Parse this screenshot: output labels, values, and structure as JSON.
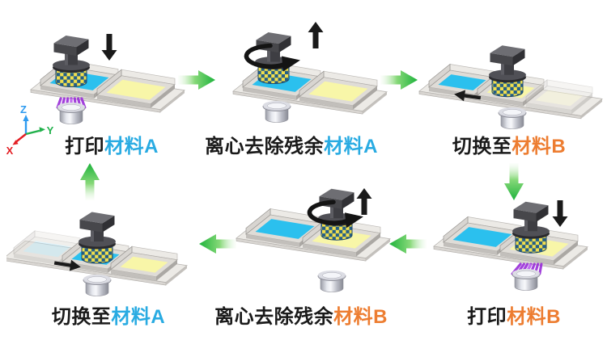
{
  "background": "#FFFFFF",
  "colors": {
    "material_a_text": "#29ABE2",
    "material_b_text": "#ED7D31",
    "material_a_liquid": "#2BC0EE",
    "material_a_liquid_ghost": "#B9E6F7",
    "material_b_liquid": "#F8F6A8",
    "material_b_liquid_ghost": "#FAF8D6",
    "uv_beam_purple": "#9B30D9",
    "flow_arrow_green": "#1EB33C",
    "black_arrow": "#1A1A1A",
    "checker_yellow": "#F2DF4D",
    "checker_blue": "#235E88",
    "axis_x_red": "#E31E24",
    "axis_y_green": "#22B14C",
    "axis_z_blue": "#2E9BF0"
  },
  "axes": {
    "x": "X",
    "y": "Y",
    "z": "Z"
  },
  "panels": [
    {
      "id": 1,
      "label_prefix": "打印",
      "label_material": "材料A",
      "material": "A",
      "scene": {
        "trays": [
          "A",
          "B"
        ],
        "ghost": null,
        "ghost_material": null,
        "head_tray": 0,
        "head_pose": "dipped",
        "spin": false,
        "beam": true,
        "lens": "attached",
        "black_arrow": "down",
        "slide_arrow": null
      }
    },
    {
      "id": 2,
      "label_prefix": "离心去除残余",
      "label_material": "材料A",
      "material": "A",
      "scene": {
        "trays": [
          "A",
          "B"
        ],
        "ghost": null,
        "ghost_material": null,
        "head_tray": 0,
        "head_pose": "raised",
        "spin": true,
        "beam": false,
        "lens": "detached",
        "black_arrow": "up",
        "slide_arrow": null
      }
    },
    {
      "id": 3,
      "label_prefix": "切换至",
      "label_material": "材料B",
      "material": "B",
      "scene": {
        "trays": [
          "A",
          "B"
        ],
        "ghost": "right",
        "ghost_material": "B",
        "head_tray": 1,
        "head_pose": "dipped",
        "spin": false,
        "beam": false,
        "lens": "detached",
        "black_arrow": null,
        "slide_arrow": "left"
      }
    },
    {
      "id": 4,
      "label_prefix": "打印",
      "label_material": "材料B",
      "material": "B",
      "scene": {
        "trays": [
          "A",
          "B"
        ],
        "ghost": null,
        "ghost_material": null,
        "head_tray": 1,
        "head_pose": "dipped",
        "spin": false,
        "beam": true,
        "lens": "attached",
        "black_arrow": "down",
        "slide_arrow": null
      }
    },
    {
      "id": 5,
      "label_prefix": "离心去除残余",
      "label_material": "材料B",
      "material": "B",
      "scene": {
        "trays": [
          "A",
          "B"
        ],
        "ghost": null,
        "ghost_material": null,
        "head_tray": 1,
        "head_pose": "raised",
        "spin": true,
        "beam": false,
        "lens": "detached",
        "black_arrow": "up",
        "slide_arrow": null
      }
    },
    {
      "id": 6,
      "label_prefix": "切换至",
      "label_material": "材料A",
      "material": "A",
      "scene": {
        "trays": [
          "A",
          "B"
        ],
        "ghost": "left",
        "ghost_material": "A",
        "head_tray": 0,
        "head_pose": "dipped",
        "spin": false,
        "beam": false,
        "lens": "detached",
        "black_arrow": null,
        "slide_arrow": "right"
      }
    }
  ],
  "flow_arrows": [
    {
      "from_step": 1,
      "to_step": 2,
      "direction": "right"
    },
    {
      "from_step": 2,
      "to_step": 3,
      "direction": "right"
    },
    {
      "from_step": 3,
      "to_step": 4,
      "direction": "down"
    },
    {
      "from_step": 4,
      "to_step": 5,
      "direction": "left"
    },
    {
      "from_step": 5,
      "to_step": 6,
      "direction": "left"
    },
    {
      "from_step": 6,
      "to_step": 1,
      "direction": "up"
    }
  ]
}
